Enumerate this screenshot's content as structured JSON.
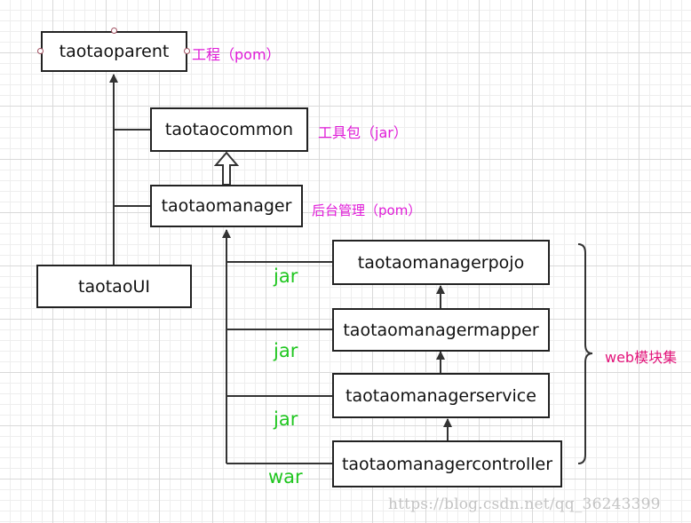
{
  "nodes": {
    "parent": "taotaoparent",
    "common": "taotaocommon",
    "manager": "taotaomanager",
    "ui": "taotaoUI",
    "pojo": "taotaomanagerpojo",
    "mapper": "taotaomanagermapper",
    "service": "taotaomanagerservice",
    "controller": "taotaomanagercontroller"
  },
  "notes": {
    "parent": "工程（pom）",
    "common": "工具包（jar）",
    "manager": "后台管理（pom）",
    "web_group": "web模块集"
  },
  "connectors": {
    "pojo": "jar",
    "mapper": "jar",
    "service": "jar",
    "controller": "war"
  },
  "watermark": "https://blog.csdn.net/qq_36243399",
  "colors": {
    "note": "#e01ad8",
    "web_group_note": "#e2147a",
    "connector_label": "#1fc61f",
    "line": "#333333"
  }
}
